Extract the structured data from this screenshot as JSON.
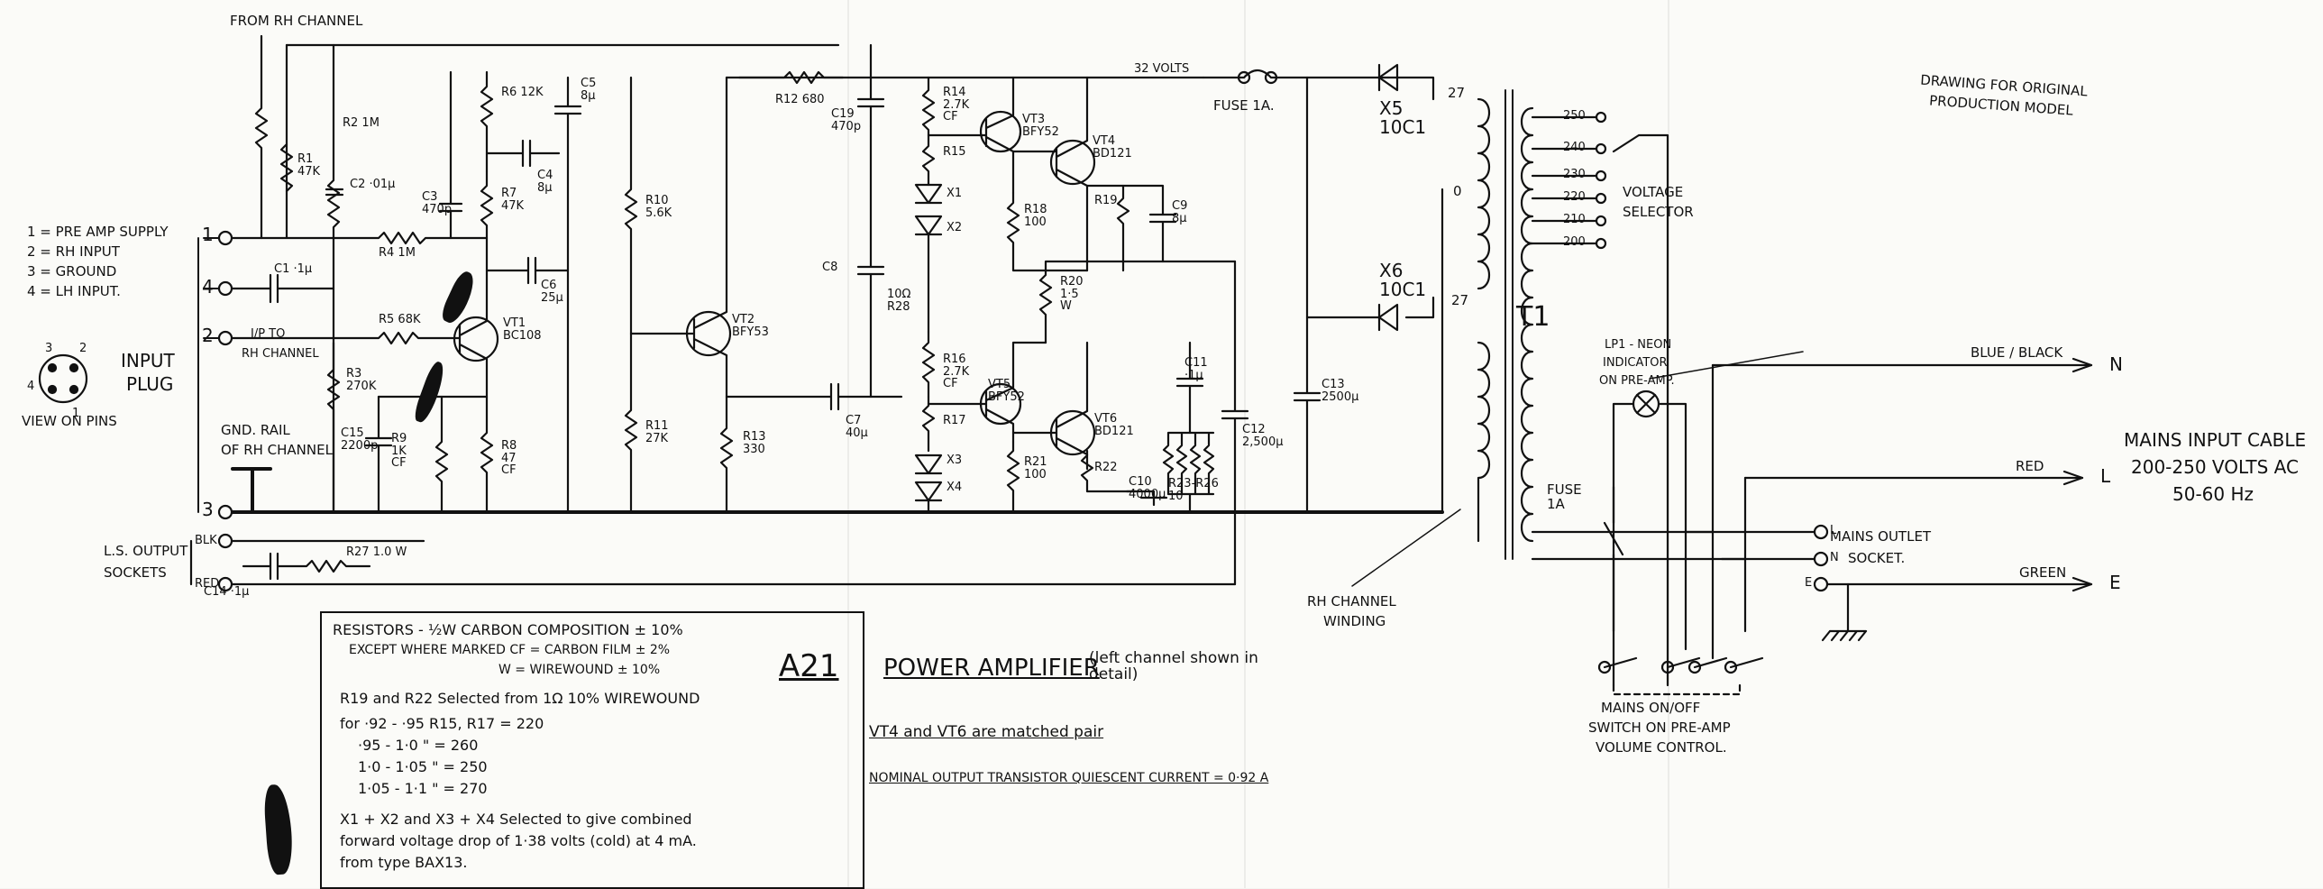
{
  "header": {
    "from_rh": "FROM RH CHANNEL",
    "drawing_note_1": "DRAWING FOR ORIGINAL",
    "drawing_note_2": "PRODUCTION MODEL"
  },
  "pin_legend": {
    "pin1": "1 = PRE AMP SUPPLY",
    "pin2": "2 = RH INPUT",
    "pin3": "3 = GROUND",
    "pin4": "4 = LH INPUT.",
    "input_plug_1": "INPUT",
    "input_plug_2": "PLUG",
    "view_pins": "VIEW ON PINS",
    "plug_pin_1": "1",
    "plug_pin_2": "2",
    "plug_pin_3": "3",
    "plug_pin_4": "4"
  },
  "terminals": {
    "t1": "1",
    "t2": "2",
    "t3": "3",
    "t4": "4",
    "ip_rh_1": "I/P TO",
    "ip_rh_2": "RH CHANNEL",
    "gnd_rail_1": "GND. RAIL",
    "gnd_rail_2": "OF RH CHANNEL",
    "ls_1": "L.S. OUTPUT",
    "ls_2": "SOCKETS",
    "blk": "BLK",
    "red": "RED"
  },
  "components": {
    "r1": "R1 47K",
    "r2": "R2 1M",
    "c2": "C2 ·01μ",
    "c1": "C1 ·1μ",
    "r4": "R4 1M",
    "c3": "C3 470p",
    "r5": "R5 68K",
    "r3": "R3 270K",
    "c15": "C15 2200p",
    "r9": "R9 1K CF",
    "r6": "R6 12K",
    "r7": "R7 47K",
    "c4": "C4 8μ",
    "c5": "C5 8μ",
    "c6": "C6 25μ",
    "vt1": "VT1 BC108",
    "r8": "R8 47 CF",
    "r10": "R10 5.6K",
    "r11": "R11 27K",
    "vt2": "VT2 BFY53",
    "r13": "R13 330",
    "r12": "R12 680",
    "c19": "C19 470p",
    "c7": "C7 40μ",
    "c8": "C8",
    "r28": "10Ω R28",
    "r14": "R14 2.7K CF",
    "r15": "R15",
    "x1": "X1",
    "x2": "X2",
    "vt3": "VT3 BFY52",
    "vt4": "VT4 BD121",
    "r18": "R18 100",
    "r19": "R19",
    "c9": "C9 8μ",
    "r20": "R20 1·5 W",
    "r16": "R16 2.7K CF",
    "r17": "R17",
    "x3": "X3",
    "x4": "X4",
    "vt5": "VT5 BFY52",
    "vt6": "VT6 BD121",
    "r21": "R21 100",
    "r22": "R22",
    "c10": "C10 4000μ",
    "c11": "C11 ·1μ",
    "r23": "R23-R26 10",
    "c12": "C12 2,500μ",
    "c13": "C13 2500μ",
    "c14": "C14 ·1μ",
    "r27": "R27 1.0 W",
    "fuse1": "FUSE 1A.",
    "v32": "32 VOLTS",
    "x5": "X5 10C1",
    "x6": "X6 10C1",
    "t1_label": "T1",
    "tap27a": "27",
    "tap27b": "27",
    "tap0": "0",
    "rh_winding_1": "RH CHANNEL",
    "rh_winding_2": "WINDING",
    "taps": [
      "250",
      "240",
      "230",
      "220",
      "210",
      "200"
    ],
    "voltage_sel_1": "VOLTAGE",
    "voltage_sel_2": "SELECTOR",
    "lp1_1": "LP1 - NEON",
    "lp1_2": "INDICATOR",
    "lp1_3": "ON PRE-AMP.",
    "fuse2": "FUSE 1A",
    "mains_outlet_1": "MAINS OUTLET",
    "mains_outlet_2": "SOCKET.",
    "outlet_l": "L",
    "outlet_n": "N",
    "outlet_e": "E",
    "blue_black": "BLUE / BLACK",
    "red_wire": "RED",
    "green_wire": "GREEN",
    "n_term": "N",
    "l_term": "L",
    "e_term": "E",
    "mains_cable_1": "MAINS INPUT CABLE",
    "mains_cable_2": "200-250 VOLTS AC",
    "mains_cable_3": "50-60 Hz",
    "switch_1": "MAINS ON/OFF",
    "switch_2": "SWITCH ON PRE-AMP",
    "switch_3": "VOLUME CONTROL."
  },
  "notes_box": {
    "line1": "RESISTORS - ½W CARBON COMPOSITION ± 10%",
    "line2": "EXCEPT WHERE MARKED CF = CARBON FILM ± 2%",
    "line3": "W = WIREWOUND ± 10%",
    "line4": "R19 and R22 Selected from 1Ω 10% WIREWOUND",
    "line5": "for ·92 - ·95     R15, R17 = 220",
    "line6": "·95 - 1·0     \"  = 260",
    "line7": "1·0 - 1·05     \"  = 250",
    "line8": "1·05 - 1·1     \"  = 270",
    "line9": "X1 + X2 and X3 + X4 Selected to give combined",
    "line10": "forward voltage drop of 1·38 volts (cold) at 4 mA.",
    "line11": "from type BAX13."
  },
  "title_block": {
    "model": "A21",
    "title": "POWER AMPLIFIER",
    "subtitle": "(left channel shown in detail)",
    "matched": "VT4 and VT6 are matched pair",
    "quiescent": "NOMINAL OUTPUT TRANSISTOR QUIESCENT CURRENT = 0·92 A"
  }
}
